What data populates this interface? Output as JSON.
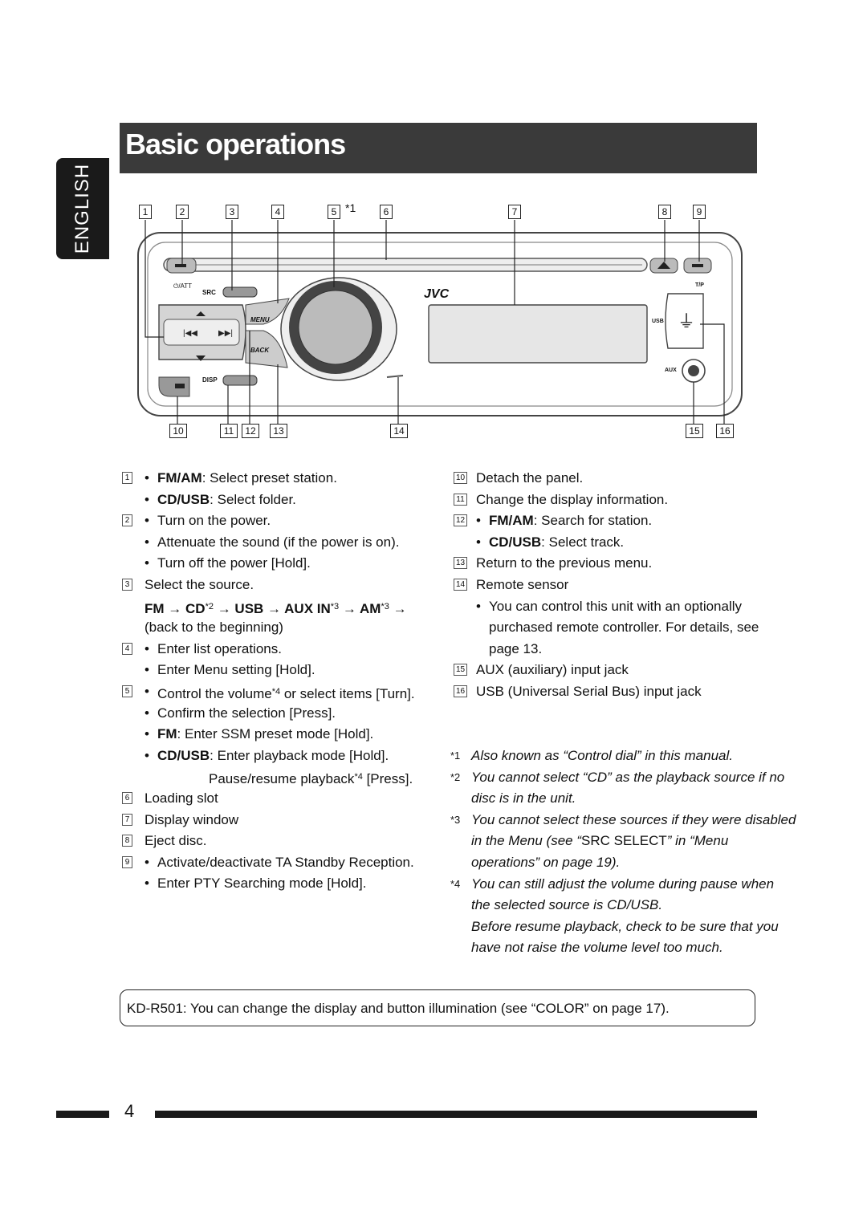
{
  "side_tab": {
    "label": "ENGLISH"
  },
  "title": "Basic operations",
  "diagram": {
    "top_callouts": [
      "1",
      "2",
      "3",
      "4",
      "5",
      "6",
      "7",
      "8",
      "9"
    ],
    "callout_5_note": "*1",
    "bottom_callouts": [
      "10",
      "11",
      "12",
      "13",
      "14",
      "15",
      "16"
    ],
    "labels": {
      "att": "⏻/ATT",
      "src": "SRC",
      "menu": "MENU",
      "back": "BACK",
      "disp": "DISP",
      "brand": "JVC",
      "tp": "T/P",
      "usb": "USB",
      "aux": "AUX"
    }
  },
  "left_list": {
    "i1_a_bold": "FM/AM",
    "i1_a": ": Select preset station.",
    "i1_b_bold": "CD/USB",
    "i1_b": ": Select folder.",
    "i2_a": "Turn on the power.",
    "i2_b": "Attenuate the sound (if the power is on).",
    "i2_c": "Turn off the power [Hold].",
    "i3": "Select the source.",
    "src_fm": "FM",
    "src_cd": "CD",
    "src_cd_note": "*2",
    "src_usb": "USB",
    "src_aux": "AUX IN",
    "src_aux_note": "*3",
    "src_am": "AM",
    "src_am_note": "*3",
    "src_back": "(back to the beginning)",
    "i4_a": "Enter list operations.",
    "i4_b": "Enter Menu setting [Hold].",
    "i5_a1": "Control the volume",
    "i5_a_note": "*4",
    "i5_a2": " or select items [Turn].",
    "i5_b": "Confirm the selection [Press].",
    "i5_c_bold": "FM",
    "i5_c": ": Enter SSM preset mode [Hold].",
    "i5_d_bold": "CD/USB",
    "i5_d": ": Enter playback mode [Hold].",
    "i5_e1": "Pause/resume playback",
    "i5_e_note": "*4",
    "i5_e2": " [Press].",
    "i6": "Loading slot",
    "i7": "Display window",
    "i8": "Eject disc.",
    "i9_a": "Activate/deactivate TA Standby Reception.",
    "i9_b": "Enter PTY Searching mode [Hold]."
  },
  "right_list": {
    "i10": "Detach the panel.",
    "i11": "Change the display information.",
    "i12_a_bold": "FM/AM",
    "i12_a": ": Search for station.",
    "i12_b_bold": "CD/USB",
    "i12_b": ": Select track.",
    "i13": "Return to the previous menu.",
    "i14": "Remote sensor",
    "i14_n1": "You can control this unit with an optionally",
    "i14_n2": "purchased remote controller. For details, see",
    "i14_n3": "page 13.",
    "i15": "AUX (auxiliary) input jack",
    "i16": "USB (Universal Serial Bus) input jack"
  },
  "notes": {
    "m1": "*1",
    "n1": "Also known as “Control dial” in this manual.",
    "m2": "*2",
    "n2a": "You cannot select “CD” as the playback source if no",
    "n2b": "disc is in the unit.",
    "m3": "*3",
    "n3a": "You cannot select these sources if they were disabled",
    "n3b1": "in the Menu (see “",
    "n3b_src": "SRC SELECT",
    "n3b2": "” in “Menu",
    "n3c": "operations” on page 19).",
    "m4": "*4",
    "n4a": "You can still adjust the volume during pause when",
    "n4b": "the selected source is CD/USB.",
    "n4c": "Before resume playback, check to be sure that you",
    "n4d": "have not raise the volume level too much."
  },
  "info_box": {
    "t1": "KD-R501: You can change the display and button illumination (see “",
    "color": "COLOR",
    "t2": "” on page 17)."
  },
  "footer": {
    "page_number": "4"
  }
}
